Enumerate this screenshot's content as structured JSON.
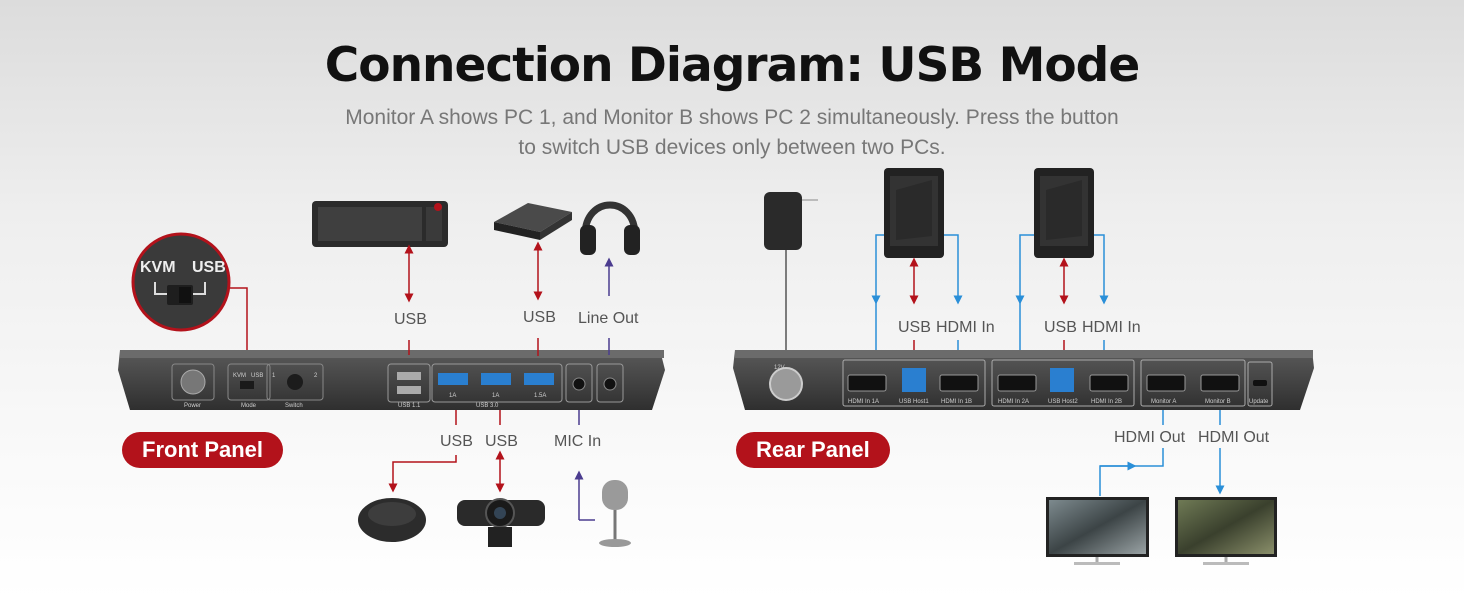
{
  "title": "Connection Diagram: USB Mode",
  "subtitle_line1": "Monitor A shows PC 1, and Monitor B shows PC 2 simultaneously. Press the button",
  "subtitle_line2": "to switch USB devices only between two PCs.",
  "front_panel": {
    "badge": "Front Panel",
    "switch_callout": {
      "left": "KVM",
      "right": "USB"
    },
    "labels": {
      "keyboard_usb": "USB",
      "drive_usb": "USB",
      "headphone": "Line Out",
      "mouse_usb": "USB",
      "webcam_usb": "USB",
      "mic": "MIC In"
    },
    "device_text": {
      "power": "Power",
      "mode": "Mode",
      "switch": "Switch",
      "mode_kvm": "KVM",
      "mode_usb": "USB",
      "switch_1": "1",
      "switch_2": "2",
      "usb11": "USB 1.1",
      "usb30": "USB 3.0",
      "port_1a_left": "1A",
      "port_1a_mid": "1A",
      "port_15a": "1.5A"
    }
  },
  "rear_panel": {
    "badge": "Rear Panel",
    "labels": {
      "pc1_usb": "USB",
      "pc1_hdmi": "HDMI In",
      "pc2_usb": "USB",
      "pc2_hdmi": "HDMI In",
      "monA_out": "HDMI Out",
      "monB_out": "HDMI Out"
    },
    "device_text": {
      "dc": "12V",
      "hdmi_1a": "HDMI In 1A",
      "usb_host1": "USB Host1",
      "hdmi_1b": "HDMI In 1B",
      "hdmi_2a": "HDMI In 2A",
      "usb_host2": "USB Host2",
      "hdmi_2b": "HDMI In 2B",
      "monitor_a": "Monitor A",
      "monitor_b": "Monitor B",
      "update": "Update"
    }
  },
  "colors": {
    "usb_arrow": "#b3121b",
    "audio_arrow": "#4b3c8f",
    "hdmi_arrow": "#2a8fd8",
    "badge": "#b3121b"
  }
}
